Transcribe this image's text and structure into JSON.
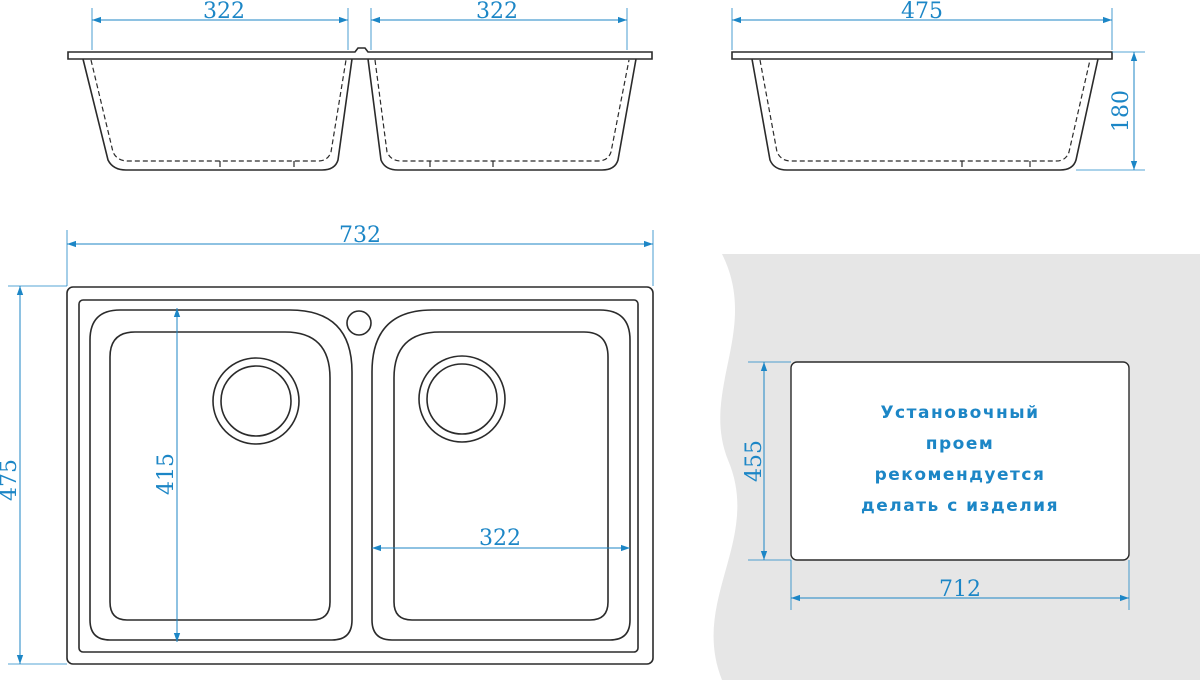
{
  "dimensions": {
    "front_left_width": "322",
    "front_right_width": "322",
    "side_depth": "475",
    "side_height": "180",
    "top_width": "732",
    "top_depth": "475",
    "bowl_depth": "415",
    "bowl_width": "322",
    "cutout_height": "455",
    "cutout_width": "712"
  },
  "cutout_note": {
    "line1": "Установочный",
    "line2": "проем",
    "line3": "рекомендуется",
    "line4": "делать с изделия"
  },
  "colors": {
    "dimension": "#1c86c6",
    "outline": "#2b2b2b",
    "countertop": "#e6e6e6"
  }
}
